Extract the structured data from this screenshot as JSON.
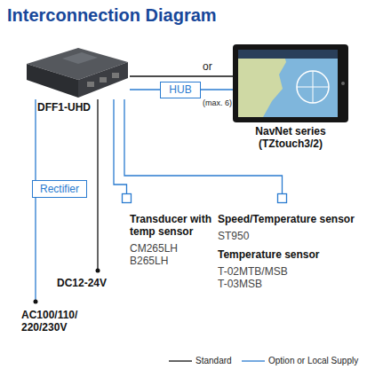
{
  "diagram": {
    "title": "Interconnection Diagram",
    "nodes": [
      {
        "text": [
          "DFF1-UHD"
        ]
      },
      {
        "text": [
          "NavNet series (TZtouch3/2)"
        ]
      },
      {
        "text": [
          "HUB"
        ]
      },
      {
        "text": [
          "Rectifier"
        ]
      },
      {
        "text": [
          "Transducer with temp sensor",
          "CM265LH",
          "B265LH"
        ]
      },
      {
        "text": [
          "Speed/Temperature sensor",
          "ST950",
          "Temperature sensor",
          "T-02MTB/MSB",
          "T-03MSB"
        ]
      }
    ],
    "edges": [
      {
        "from": 0,
        "to": 1,
        "arrow": "none",
        "label": "or"
      },
      {
        "from": 0,
        "to": 2,
        "arrow": "none"
      },
      {
        "from": 2,
        "to": 1,
        "arrow": "none"
      },
      {
        "from": 0,
        "to": 3,
        "arrow": "none"
      },
      {
        "from": 0,
        "to": 4,
        "arrow": "none"
      },
      {
        "from": 0,
        "to": 5,
        "arrow": "none"
      }
    ],
    "labels": [
      "(max. 6)",
      "DC12-24V",
      "AC100/110/ 220/230V"
    ],
    "legend": [
      {
        "text": "Standard"
      },
      {
        "text": "Option or Local Supply"
      }
    ]
  }
}
